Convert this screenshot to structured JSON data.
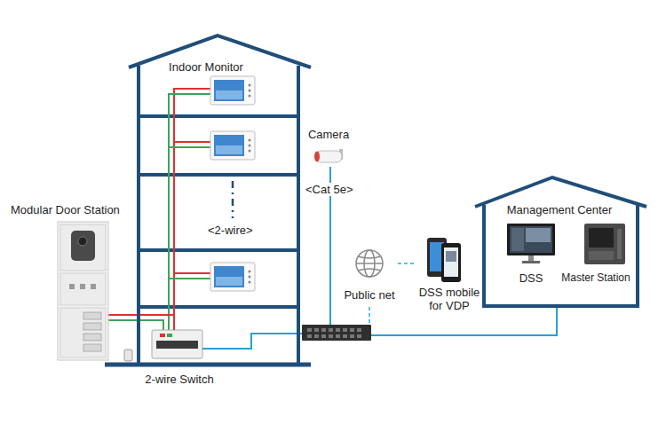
{
  "diagram": {
    "nodes": [
      {
        "text": [
          "Indoor Monitor"
        ]
      },
      {
        "text": [
          "Camera"
        ]
      },
      {
        "text": [
          "Modular Door Station"
        ]
      },
      {
        "text": [
          "Management Center"
        ]
      },
      {
        "text": [
          "DSS"
        ],
        "in": 3
      },
      {
        "text": [
          "Master Station"
        ],
        "in": 3
      },
      {
        "text": [
          "Public net"
        ]
      },
      {
        "text": [
          "DSS mobile for VDP"
        ]
      },
      {
        "text": [
          "2-wire Switch"
        ],
        "in": 0
      }
    ],
    "edges": [
      {
        "from": 2,
        "to": 8,
        "arrow": "none"
      },
      {
        "from": 6,
        "to": 7,
        "arrow": "none"
      }
    ],
    "labels": [
      "<2-wire>",
      "<Cat 5e>"
    ]
  }
}
